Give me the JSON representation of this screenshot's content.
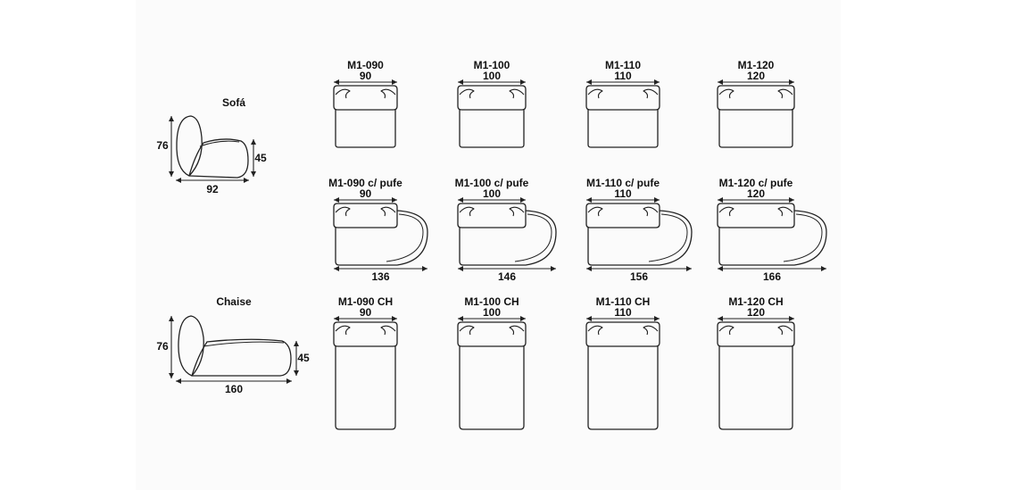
{
  "side_views": [
    {
      "name": "Sofá",
      "height": "76",
      "seat": "45",
      "depth": "92"
    },
    {
      "name": "Chaise",
      "height": "76",
      "seat": "45",
      "depth": "160"
    }
  ],
  "rows": [
    {
      "type": "plain",
      "modules": [
        {
          "name": "M1-090",
          "width": "90"
        },
        {
          "name": "M1-100",
          "width": "100"
        },
        {
          "name": "M1-110",
          "width": "110"
        },
        {
          "name": "M1-120",
          "width": "120"
        }
      ]
    },
    {
      "type": "pufe",
      "modules": [
        {
          "name": "M1-090 c/ pufe",
          "width": "90",
          "total": "136"
        },
        {
          "name": "M1-100 c/ pufe",
          "width": "100",
          "total": "146"
        },
        {
          "name": "M1-110 c/ pufe",
          "width": "110",
          "total": "156"
        },
        {
          "name": "M1-120 c/ pufe",
          "width": "120",
          "total": "166"
        }
      ]
    },
    {
      "type": "chaise",
      "modules": [
        {
          "name": "M1-090 CH",
          "width": "90"
        },
        {
          "name": "M1-100 CH",
          "width": "100"
        },
        {
          "name": "M1-110 CH",
          "width": "110"
        },
        {
          "name": "M1-120 CH",
          "width": "120"
        }
      ]
    }
  ]
}
